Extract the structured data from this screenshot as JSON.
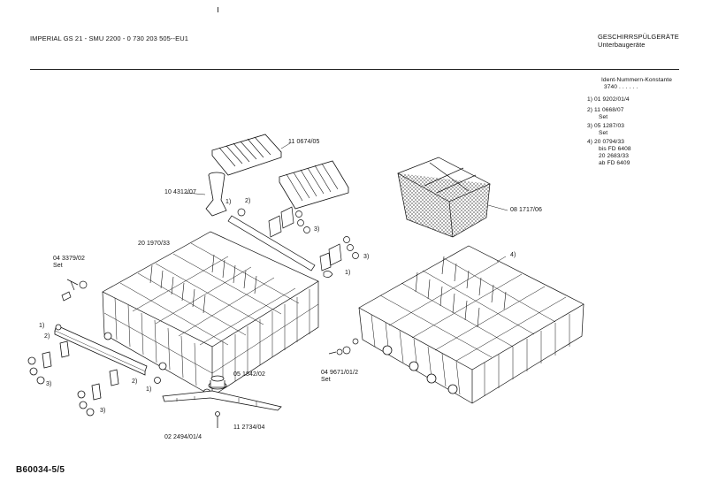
{
  "header": {
    "left": "IMPERIAL GS 21  -  SMU 2200 - 0 730 203 505--EU1",
    "right_title": "GESCHIRRSPÜLGERÄTE",
    "right_subtitle": "Unterbaugeräte"
  },
  "legend": {
    "title": "Ident-Nummern-Konstante",
    "constant": "3740  . . . . . .",
    "items": [
      {
        "line": "1)  01 9202/01/4"
      },
      {
        "line": "2)  11 0668/07",
        "sub": "Set"
      },
      {
        "line": "3)  05 1287/03",
        "sub": "Set"
      },
      {
        "line": "4)  20 0794/33",
        "sub": "bis FD 6408"
      },
      {
        "line": "20 2683/33",
        "sub": "ab FD 6409"
      }
    ]
  },
  "part_labels": {
    "cutlery_rack": "11 0674/05",
    "salt_funnel": "10 4312/07",
    "cutlery_basket": "08 1717/06",
    "upper_basket": "20 1970/33",
    "roller_set": "04 3379/02",
    "roller_set_sub": "Set",
    "spray_hub": "05 1842/02",
    "spray_arm": "11 2734/04",
    "screw": "02 2494/01/4",
    "wheel_set": "04 9671/01/2",
    "wheel_set_sub": "Set"
  },
  "callouts": {
    "one": "1)",
    "two": "2)",
    "three": "3)",
    "four": "4)"
  },
  "footer": {
    "code": "B60034-5/5"
  }
}
